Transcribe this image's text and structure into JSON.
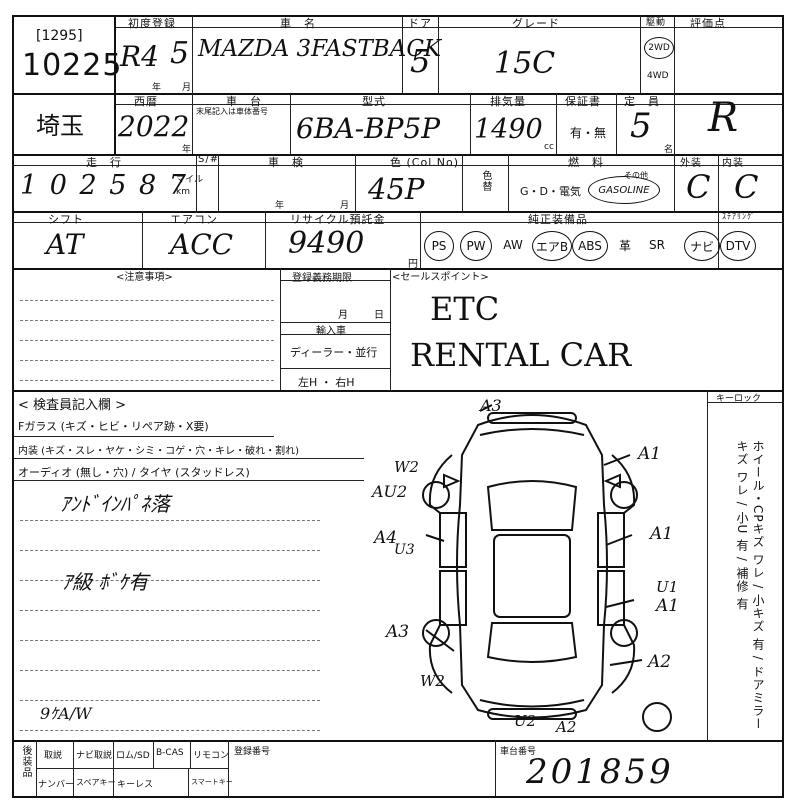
{
  "header_labels": {
    "first_reg": "初度登録",
    "car_name": "車　名",
    "doors_label": "ドア",
    "grade_label": "グレード",
    "drive_label": "駆動",
    "evaluation_label": "評価点",
    "western_year": "西暦",
    "car_body_no": "車　台",
    "model_type": "型式",
    "displacement": "排気量",
    "warranty": "保証書",
    "capacity": "定　員",
    "mileage_label": "走　行",
    "odometer_label": "S/#",
    "inspection": "車　検",
    "color_label": "色 (Col.No)",
    "fuel_label": "燃　料",
    "exterior": "外装",
    "interior": "内装",
    "shift_label": "シフト",
    "aircon_label": "エアコン",
    "recycle_label": "リサイクル預託金",
    "equipment_label": "純正装備品",
    "steering_label": "ｽﾃｱﾘﾝｸﾞ"
  },
  "lot": {
    "code": "[1295]",
    "number": "10225"
  },
  "first_reg": {
    "era": "R4",
    "month": "5",
    "year_unit": "年",
    "month_unit": "月"
  },
  "car_name": "MAZDA 3FASTBACK",
  "doors": "5",
  "grade": "15C",
  "drive": {
    "two": "2WD",
    "four": "4WD"
  },
  "evaluation": "R",
  "prefecture": "埼玉",
  "year": "2022",
  "year_unit": "年",
  "body_note": "末尾記入は車体番号",
  "model_code": "6BA-BP5P",
  "displacement_value": "1490",
  "cc": "cc",
  "warranty_value": "有・無",
  "capacity_value": "5",
  "capacity_unit": "名",
  "mileage": "1 0 2 5 8 7",
  "mileage_units": {
    "mile": "マイル",
    "km": "km"
  },
  "inspection_units": {
    "year": "年",
    "month": "月"
  },
  "color_value": "45P",
  "color_side": "色替",
  "fuel": {
    "options": "G・D・電気",
    "other_label": "その他",
    "other_value": "GASOLINE"
  },
  "exterior_grade": "C",
  "interior_grade": "C",
  "shift": "AT",
  "aircon": "ACC",
  "recycle_fee": "9490",
  "yen": "円",
  "equipment": [
    {
      "label": "PS",
      "circled": true
    },
    {
      "label": "PW",
      "circled": true
    },
    {
      "label": "AW",
      "circled": false
    },
    {
      "label": "エアB",
      "circled": true
    },
    {
      "label": "ABS",
      "circled": true
    },
    {
      "label": "革",
      "circled": false
    },
    {
      "label": "SR",
      "circled": false
    },
    {
      "label": "ナビ",
      "circled": true
    },
    {
      "label": "DTV",
      "circled": true
    }
  ],
  "notes_title": "<注意事項>",
  "registration": {
    "title": "登録義務期限",
    "month": "月",
    "day": "日",
    "import_title": "輸入車",
    "dealer": "ディーラー・並行",
    "handle": "左H ・ 右H"
  },
  "sales_points_title": "<セールスポイント>",
  "sales_points": [
    "ETC",
    "RENTAL CAR"
  ],
  "inspector_title": "< 検査員記入欄 >",
  "inspector_lines": [
    "Fガラス (キズ・ヒビ・リペア跡・X要)",
    "内装 (キズ・スレ・ヤケ・シミ・コゲ・穴・キレ・破れ・割れ)",
    "オーディオ (無し・穴) / タイヤ (スタッドレス)"
  ],
  "inspector_notes": [
    "ｱﾝﾄﾞｲﾝﾊﾟﾈ落",
    "ｱ級 ﾎﾞｹ有",
    "9ｹA/W"
  ],
  "diagram_marks": [
    "A3",
    "A1",
    "W2",
    "AU2",
    "A1",
    "A4",
    "U3",
    "U1",
    "A1",
    "A3",
    "A2",
    "W2",
    "U2",
    "A2"
  ],
  "keylock_label": "キーロック",
  "right_column": "ホイール・CPキズ ワレ / 小キズ 有 / ドアミラー キズ ワレ / 小U 有 / 補修 有",
  "bottom": {
    "equip_label": "後装品",
    "row1": [
      "取説",
      "ナビ取説",
      "ロム/SD",
      "B-CAS",
      "リモコン"
    ],
    "row2": [
      "ナンバー",
      "スペアキー",
      "キーレス",
      "スマートキー"
    ],
    "reg_no_label": "登録番号",
    "frame_no_label": "車台番号",
    "frame_no": "201859"
  }
}
